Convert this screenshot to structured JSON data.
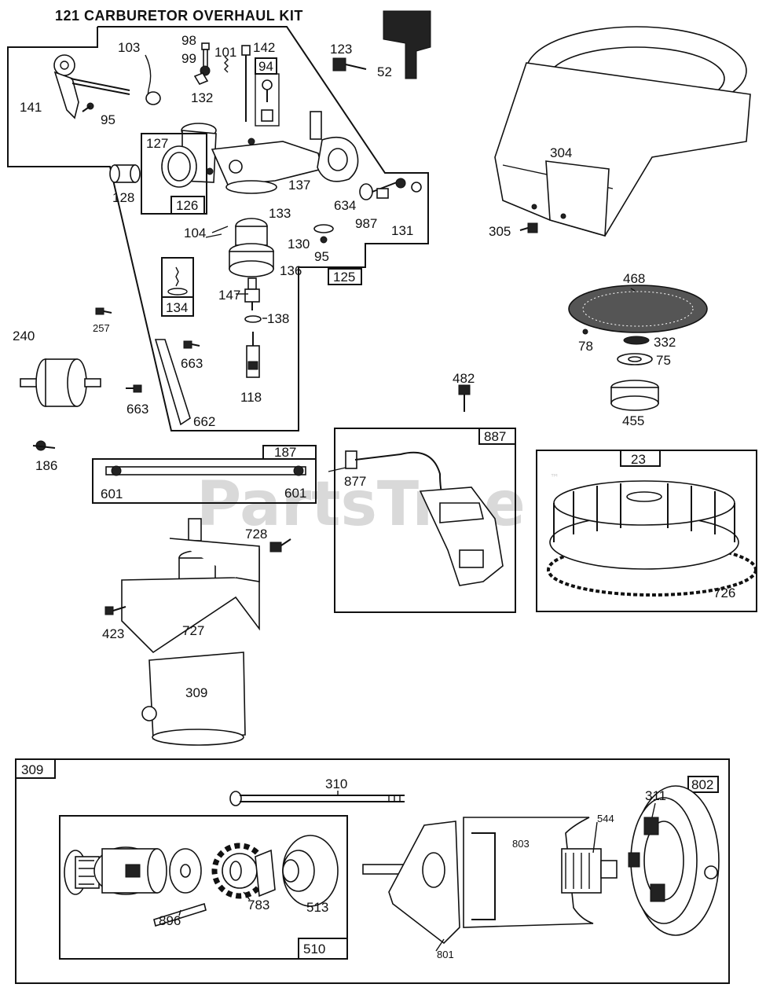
{
  "title": "121 CARBURETOR OVERHAUL KIT",
  "watermark": "PartsTree",
  "watermark_tm": "™",
  "parts": {
    "p141": "141",
    "p95a": "95",
    "p103": "103",
    "p98": "98",
    "p99": "99",
    "p101": "101",
    "p142": "142",
    "p94": "94",
    "p132": "132",
    "p123": "123",
    "p52": "52",
    "p127": "127",
    "p126": "126",
    "p128": "128",
    "p137": "137",
    "p634": "634",
    "p987": "987",
    "p131": "131",
    "p133": "133",
    "p104": "104",
    "p130": "130",
    "p95b": "95",
    "p136": "136",
    "p125": "125",
    "p134": "134",
    "p147": "147",
    "p138": "138",
    "p257": "257",
    "p240": "240",
    "p663a": "663",
    "p663b": "663",
    "p118": "118",
    "p662": "662",
    "p186": "186",
    "p187": "187",
    "p601a": "601",
    "p601b": "601",
    "p304": "304",
    "p305": "305",
    "p468": "468",
    "p78": "78",
    "p332": "332",
    "p75": "75",
    "p482": "482",
    "p455": "455",
    "p887": "887",
    "p877": "877",
    "p23": "23",
    "p726": "726",
    "p728": "728",
    "p423": "423",
    "p727": "727",
    "p309a": "309",
    "p309b": "309",
    "p310": "310",
    "p802": "802",
    "p311": "311",
    "p544": "544",
    "p803": "803",
    "p896": "896",
    "p783": "783",
    "p513": "513",
    "p510": "510",
    "p801": "801"
  }
}
